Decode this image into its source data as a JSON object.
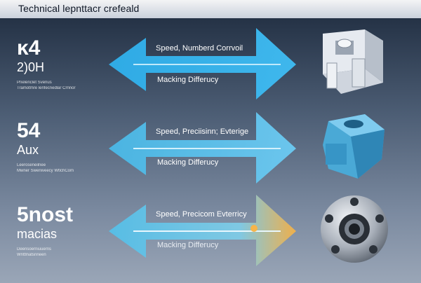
{
  "header": {
    "title": "Technical lepnttacr crefeald"
  },
  "rows": [
    {
      "big": "ĸ4",
      "sub": "2)0H",
      "small_1": "Pnelenclet Svenus",
      "small_2": "Tramotmre lenfecnedlar Crnnor",
      "label_top": "Speed, Numberd Corrvoil",
      "label_bottom": "Macking Differucy",
      "arrow_color": "#3bb6ee",
      "part_icon": "mechanical-block-icon"
    },
    {
      "big": "54",
      "sub": "Aux",
      "small_1": "Leeroseneilnee",
      "small_2": "Mwner Sweniveecy WtlchCom",
      "label_top": "Speed, Preciisinn; Evterige",
      "label_bottom": "Macking Differucy",
      "arrow_color": "#5cc4ec",
      "part_icon": "blue-casting-icon"
    },
    {
      "big": "5nost",
      "sub": "macias",
      "small_1": "Deensoerniuuerns",
      "small_2": "Wnttlnatsnneen",
      "label_top": "Speed, Precicom Evterricy",
      "label_bottom": "Macking Differucy",
      "arrow_color": "#5cc4ec",
      "arrow_color_right": "#f5b146",
      "part_icon": "metal-flange-icon"
    }
  ]
}
